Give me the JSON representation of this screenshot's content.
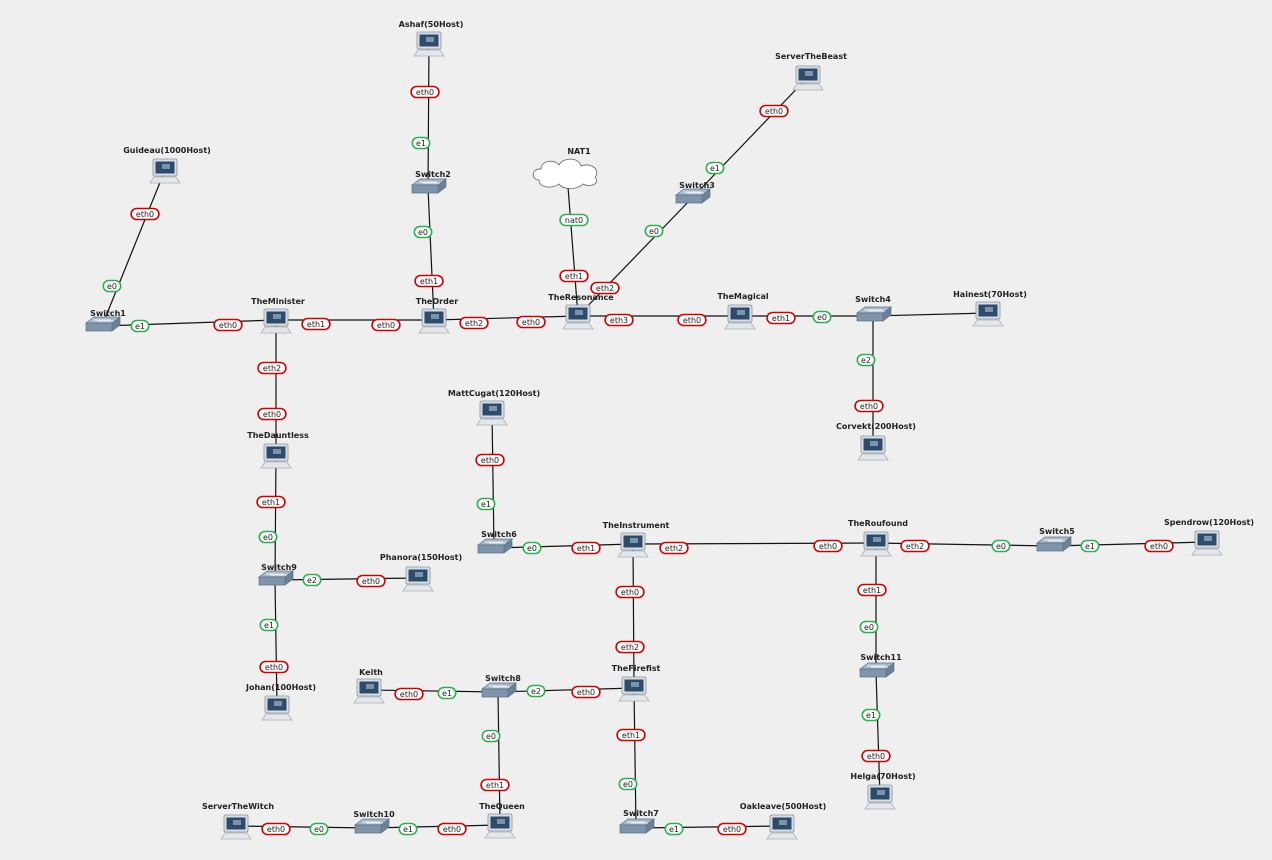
{
  "colors": {
    "background": "#efefef",
    "link": "#111111",
    "port_down": "#d40000",
    "port_up": "#2bb24c",
    "switch_body": "#7f95ac",
    "host_screen": "#2d4b6b"
  },
  "nodes": [
    {
      "id": "switch1",
      "label": "Switch1",
      "kind": "switch",
      "icon": "switch-icon"
    },
    {
      "id": "guideau",
      "label": "Guideau(1000Host)",
      "kind": "host",
      "icon": "computer-icon"
    },
    {
      "id": "theminister",
      "label": "TheMinister",
      "kind": "host",
      "icon": "computer-icon"
    },
    {
      "id": "ashaf",
      "label": "Ashaf(50Host)",
      "kind": "host",
      "icon": "computer-icon"
    },
    {
      "id": "switch2",
      "label": "Switch2",
      "kind": "switch",
      "icon": "switch-icon"
    },
    {
      "id": "theorder",
      "label": "TheOrder",
      "kind": "host",
      "icon": "computer-icon"
    },
    {
      "id": "nat1",
      "label": "NAT1",
      "kind": "cloud",
      "icon": "cloud-icon"
    },
    {
      "id": "theresonance",
      "label": "TheResonance",
      "kind": "host",
      "icon": "computer-icon"
    },
    {
      "id": "serverthebeast",
      "label": "ServerTheBeast",
      "kind": "host",
      "icon": "computer-icon"
    },
    {
      "id": "switch3",
      "label": "Switch3",
      "kind": "switch",
      "icon": "switch-icon"
    },
    {
      "id": "themagical",
      "label": "TheMagical",
      "kind": "host",
      "icon": "computer-icon"
    },
    {
      "id": "switch4",
      "label": "Switch4",
      "kind": "switch",
      "icon": "switch-icon"
    },
    {
      "id": "hainest",
      "label": "Hainest(70Host)",
      "kind": "host",
      "icon": "computer-icon"
    },
    {
      "id": "corvekt",
      "label": "Corvekt(200Host)",
      "kind": "host",
      "icon": "computer-icon"
    },
    {
      "id": "thedauntless",
      "label": "TheDauntless",
      "kind": "host",
      "icon": "computer-icon"
    },
    {
      "id": "switch9",
      "label": "Switch9",
      "kind": "switch",
      "icon": "switch-icon"
    },
    {
      "id": "phanora",
      "label": "Phanora(150Host)",
      "kind": "host",
      "icon": "computer-icon"
    },
    {
      "id": "johan",
      "label": "Johan(100Host)",
      "kind": "host",
      "icon": "computer-icon"
    },
    {
      "id": "mattcugat",
      "label": "MattCugat(120Host)",
      "kind": "host",
      "icon": "computer-icon"
    },
    {
      "id": "switch6",
      "label": "Switch6",
      "kind": "switch",
      "icon": "switch-icon"
    },
    {
      "id": "theinstrument",
      "label": "TheInstrument",
      "kind": "host",
      "icon": "computer-icon"
    },
    {
      "id": "theroufound",
      "label": "TheRoufound",
      "kind": "host",
      "icon": "computer-icon"
    },
    {
      "id": "switch5",
      "label": "Switch5",
      "kind": "switch",
      "icon": "switch-icon"
    },
    {
      "id": "spendrow",
      "label": "Spendrow(120Host)",
      "kind": "host",
      "icon": "computer-icon"
    },
    {
      "id": "switch11",
      "label": "Switch11",
      "kind": "switch",
      "icon": "switch-icon"
    },
    {
      "id": "helga",
      "label": "Helga(70Host)",
      "kind": "host",
      "icon": "computer-icon"
    },
    {
      "id": "thefirefist",
      "label": "TheFirefist",
      "kind": "host",
      "icon": "computer-icon"
    },
    {
      "id": "switch8",
      "label": "Switch8",
      "kind": "switch",
      "icon": "switch-icon"
    },
    {
      "id": "keith",
      "label": "Keith",
      "kind": "host",
      "icon": "computer-icon"
    },
    {
      "id": "thequeen",
      "label": "TheQueen",
      "kind": "host",
      "icon": "computer-icon"
    },
    {
      "id": "switch10",
      "label": "Switch10",
      "kind": "switch",
      "icon": "switch-icon"
    },
    {
      "id": "serverthewitch",
      "label": "ServerTheWitch",
      "kind": "host",
      "icon": "computer-icon"
    },
    {
      "id": "switch7",
      "label": "Switch7",
      "kind": "switch",
      "icon": "switch-icon"
    },
    {
      "id": "oakleave",
      "label": "Oakleave(500Host)",
      "kind": "host",
      "icon": "computer-icon"
    }
  ],
  "links": [
    {
      "from": "guideau",
      "to": "switch1",
      "from_port": "eth0",
      "to_port": "e0",
      "from_state": "down",
      "to_state": "up"
    },
    {
      "from": "switch1",
      "to": "theminister",
      "from_port": "e1",
      "to_port": "eth0",
      "from_state": "up",
      "to_state": "down"
    },
    {
      "from": "theminister",
      "to": "theorder",
      "from_port": "eth1",
      "to_port": "eth0",
      "from_state": "down",
      "to_state": "down"
    },
    {
      "from": "ashaf",
      "to": "switch2",
      "from_port": "eth0",
      "to_port": "e1",
      "from_state": "down",
      "to_state": "up"
    },
    {
      "from": "switch2",
      "to": "theorder",
      "from_port": "e0",
      "to_port": "eth1",
      "from_state": "up",
      "to_state": "down"
    },
    {
      "from": "theorder",
      "to": "theresonance",
      "from_port": "eth2",
      "to_port": "eth0",
      "from_state": "down",
      "to_state": "down"
    },
    {
      "from": "nat1",
      "to": "theresonance",
      "from_port": "nat0",
      "to_port": "eth1",
      "from_state": "up",
      "to_state": "down"
    },
    {
      "from": "serverthebeast",
      "to": "switch3",
      "from_port": "eth0",
      "to_port": "e1",
      "from_state": "down",
      "to_state": "up"
    },
    {
      "from": "switch3",
      "to": "theresonance",
      "from_port": "e0",
      "to_port": "eth2",
      "from_state": "up",
      "to_state": "down"
    },
    {
      "from": "theresonance",
      "to": "themagical",
      "from_port": "eth3",
      "to_port": "eth0",
      "from_state": "down",
      "to_state": "down"
    },
    {
      "from": "themagical",
      "to": "switch4",
      "from_port": "eth1",
      "to_port": "e0",
      "from_state": "down",
      "to_state": "up"
    },
    {
      "from": "switch4",
      "to": "hainest",
      "from_port": "",
      "to_port": "",
      "from_state": "up",
      "to_state": "up"
    },
    {
      "from": "switch4",
      "to": "corvekt",
      "from_port": "e2",
      "to_port": "eth0",
      "from_state": "up",
      "to_state": "down"
    },
    {
      "from": "theminister",
      "to": "thedauntless",
      "from_port": "eth2",
      "to_port": "eth0",
      "from_state": "down",
      "to_state": "down"
    },
    {
      "from": "thedauntless",
      "to": "switch9",
      "from_port": "eth1",
      "to_port": "e0",
      "from_state": "down",
      "to_state": "up"
    },
    {
      "from": "switch9",
      "to": "phanora",
      "from_port": "e2",
      "to_port": "eth0",
      "from_state": "up",
      "to_state": "down"
    },
    {
      "from": "switch9",
      "to": "johan",
      "from_port": "e1",
      "to_port": "eth0",
      "from_state": "up",
      "to_state": "down"
    },
    {
      "from": "mattcugat",
      "to": "switch6",
      "from_port": "eth0",
      "to_port": "e1",
      "from_state": "down",
      "to_state": "up"
    },
    {
      "from": "switch6",
      "to": "theinstrument",
      "from_port": "e0",
      "to_port": "eth1",
      "from_state": "up",
      "to_state": "down"
    },
    {
      "from": "theinstrument",
      "to": "theroufound",
      "from_port": "eth2",
      "to_port": "eth0",
      "from_state": "down",
      "to_state": "down"
    },
    {
      "from": "theroufound",
      "to": "switch5",
      "from_port": "eth2",
      "to_port": "e0",
      "from_state": "down",
      "to_state": "up"
    },
    {
      "from": "switch5",
      "to": "spendrow",
      "from_port": "e1",
      "to_port": "eth0",
      "from_state": "up",
      "to_state": "down"
    },
    {
      "from": "theroufound",
      "to": "switch11",
      "from_port": "eth1",
      "to_port": "e0",
      "from_state": "down",
      "to_state": "up"
    },
    {
      "from": "switch11",
      "to": "helga",
      "from_port": "e1",
      "to_port": "eth0",
      "from_state": "up",
      "to_state": "down"
    },
    {
      "from": "theinstrument",
      "to": "thefirefist",
      "from_port": "eth0",
      "to_port": "eth2",
      "from_state": "down",
      "to_state": "down"
    },
    {
      "from": "keith",
      "to": "switch8",
      "from_port": "eth0",
      "to_port": "e1",
      "from_state": "down",
      "to_state": "up"
    },
    {
      "from": "switch8",
      "to": "thefirefist",
      "from_port": "e2",
      "to_port": "eth0",
      "from_state": "up",
      "to_state": "down"
    },
    {
      "from": "switch8",
      "to": "thequeen",
      "from_port": "e0",
      "to_port": "eth1",
      "from_state": "up",
      "to_state": "down"
    },
    {
      "from": "serverthewitch",
      "to": "switch10",
      "from_port": "eth0",
      "to_port": "e0",
      "from_state": "down",
      "to_state": "up"
    },
    {
      "from": "switch10",
      "to": "thequeen",
      "from_port": "e1",
      "to_port": "eth0",
      "from_state": "up",
      "to_state": "down"
    },
    {
      "from": "thefirefist",
      "to": "switch7",
      "from_port": "eth1",
      "to_port": "e0",
      "from_state": "down",
      "to_state": "up"
    },
    {
      "from": "switch7",
      "to": "oakleave",
      "from_port": "e1",
      "to_port": "eth0",
      "from_state": "up",
      "to_state": "down"
    }
  ]
}
